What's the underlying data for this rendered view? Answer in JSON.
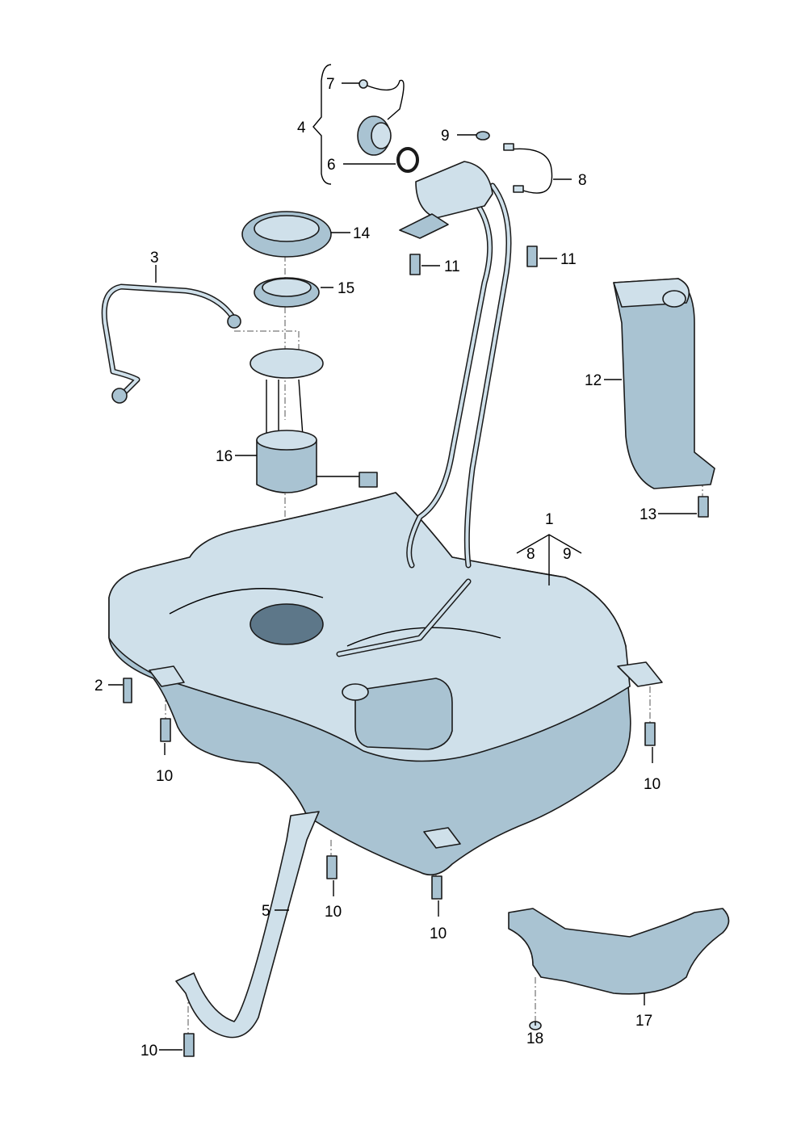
{
  "diagram": {
    "title": "Fuel tank assembly exploded view",
    "colors": {
      "light": "#cfe0ea",
      "mid": "#a9c3d2",
      "dark": "#7f9bad"
    },
    "labels": {
      "p7": "7",
      "p4": "4",
      "p9a": "9",
      "p6": "6",
      "p8a": "8",
      "p14": "14",
      "p3": "3",
      "p11a": "11",
      "p11b": "11",
      "p15": "15",
      "p12": "12",
      "p16": "16",
      "p13": "13",
      "p1": "1",
      "p8b": "8",
      "p9b": "9",
      "p2": "2",
      "p10a": "10",
      "p10b": "10",
      "p5": "5",
      "p10c": "10",
      "p10d": "10",
      "p10e": "10",
      "p18": "18",
      "p17": "17"
    }
  }
}
